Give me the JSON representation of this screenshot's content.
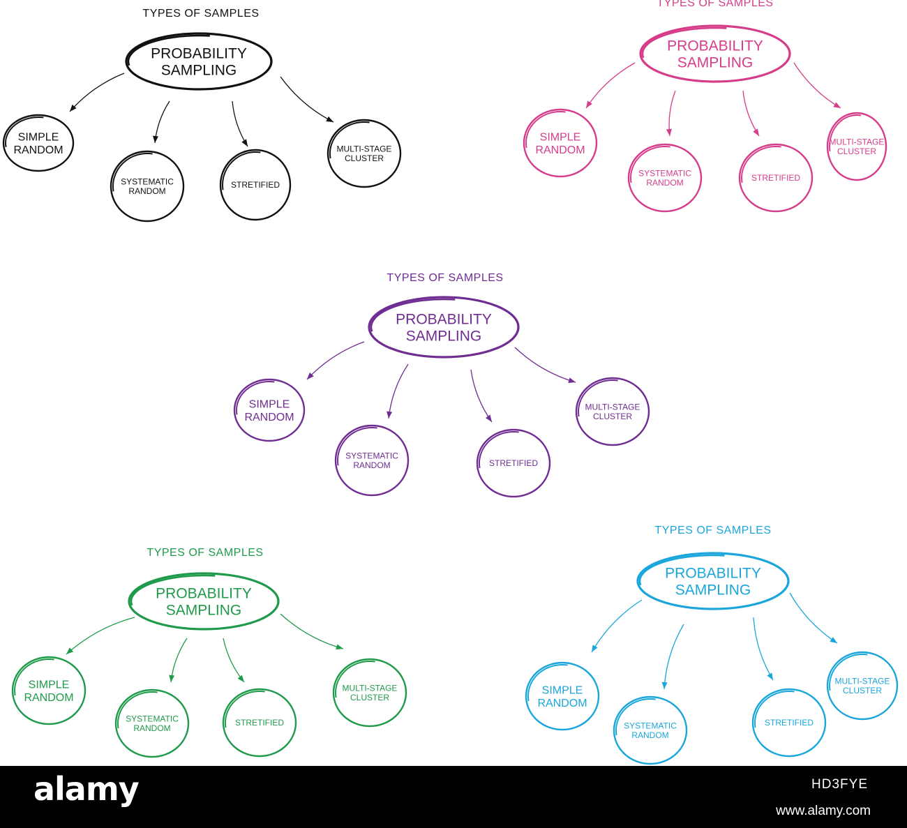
{
  "diagrams": [
    {
      "id": "black",
      "color": "#111111",
      "title": "TYPES OF SAMPLES",
      "root": [
        "PROBABILITY",
        "SAMPLING"
      ],
      "children": [
        [
          "SIMPLE",
          "RANDOM"
        ],
        [
          "SYSTEMATIC",
          "RANDOM"
        ],
        [
          "STRETIFIED"
        ],
        [
          "MULTI-STAGE",
          "CLUSTER"
        ]
      ]
    },
    {
      "id": "pink",
      "color": "#d63c8a",
      "title": "TYPES OF SAMPLES",
      "root": [
        "PROBABILITY",
        "SAMPLING"
      ],
      "children": [
        [
          "SIMPLE",
          "RANDOM"
        ],
        [
          "SYSTEMATIC",
          "RANDOM"
        ],
        [
          "STRETIFIED"
        ],
        [
          "MULTI-STAGE",
          "CLUSTER"
        ]
      ]
    },
    {
      "id": "purple",
      "color": "#6f2c91",
      "title": "TYPES OF SAMPLES",
      "root": [
        "PROBABILITY",
        "SAMPLING"
      ],
      "children": [
        [
          "SIMPLE",
          "RANDOM"
        ],
        [
          "SYSTEMATIC",
          "RANDOM"
        ],
        [
          "STRETIFIED"
        ],
        [
          "MULTI-STAGE",
          "CLUSTER"
        ]
      ]
    },
    {
      "id": "green",
      "color": "#1f9a4a",
      "title": "TYPES OF SAMPLES",
      "root": [
        "PROBABILITY",
        "SAMPLING"
      ],
      "children": [
        [
          "SIMPLE",
          "RANDOM"
        ],
        [
          "SYSTEMATIC",
          "RANDOM"
        ],
        [
          "STRETIFIED"
        ],
        [
          "MULTI-STAGE",
          "CLUSTER"
        ]
      ]
    },
    {
      "id": "cyan",
      "color": "#1aa6db",
      "title": "TYPES OF SAMPLES",
      "root": [
        "PROBABILITY",
        "SAMPLING"
      ],
      "children": [
        [
          "SIMPLE",
          "RANDOM"
        ],
        [
          "SYSTEMATIC",
          "RANDOM"
        ],
        [
          "STRETIFIED"
        ],
        [
          "MULTI-STAGE",
          "CLUSTER"
        ]
      ]
    }
  ],
  "footer": {
    "brand": "alamy",
    "image_code": "HD3FYE",
    "site": "www.alamy.com"
  }
}
